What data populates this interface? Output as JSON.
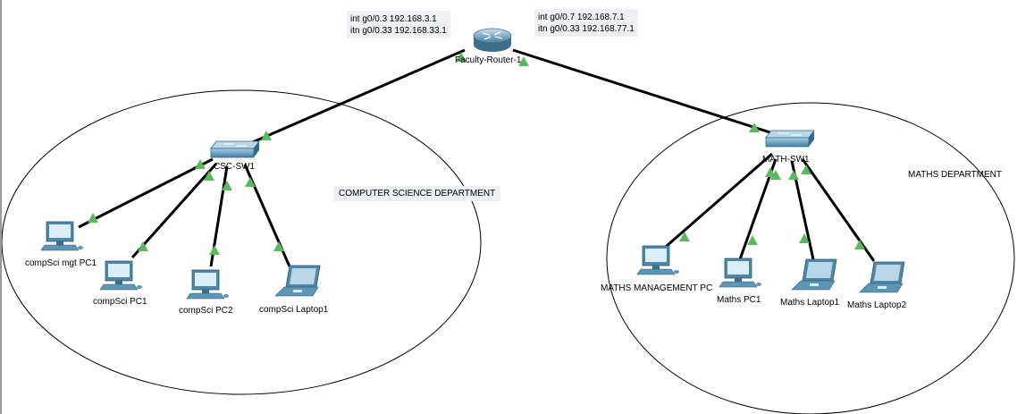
{
  "router": {
    "label": "Faculty-Router-1"
  },
  "notes": {
    "left": [
      "int g0/0.3 192.168.3.1",
      "itn g0/0.33 192.168.33.1"
    ],
    "right": [
      "int g0/0.7 192.168.7.1",
      "itn g0/0.33 192.168.77.1"
    ]
  },
  "departments": {
    "cs": {
      "label": "COMPUTER SCIENCE DEPARTMENT",
      "switch": "CSC-SW1",
      "devices": [
        "compSci mgt PC1",
        "compSci PC1",
        "compSci PC2",
        "compSci Laptop1"
      ]
    },
    "math": {
      "label": "MATHS DEPARTMENT",
      "switch": "MATH-SW1",
      "devices": [
        "MATHS MANAGEMENT PC",
        "Maths PC1",
        "Maths Laptop1",
        "Maths Laptop2"
      ]
    }
  },
  "colors": {
    "link": "#000000",
    "link_up": "#5cb85c",
    "device_blue": "#4e87a8",
    "screen": "#d9eef7",
    "note_bg": "#eef0f3"
  }
}
